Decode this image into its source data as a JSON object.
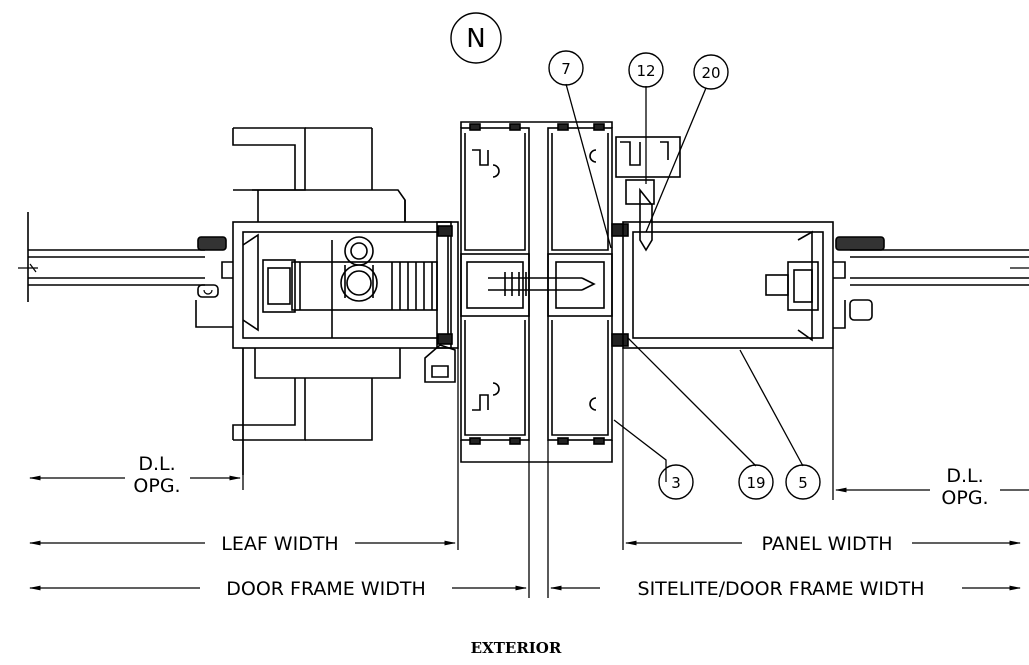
{
  "detail_id": "N",
  "callouts": {
    "c7": "7",
    "c12": "12",
    "c20": "20",
    "c3": "3",
    "c19": "19",
    "c5": "5"
  },
  "dims": {
    "dl_left_line1": "D.L.",
    "dl_left_line2": "OPG.",
    "dl_right_line1": "D.L.",
    "dl_right_line2": "OPG.",
    "leaf_width": "LEAF WIDTH",
    "panel_width": "PANEL WIDTH",
    "door_frame_width": "DOOR FRAME WIDTH",
    "sitelite_width": "SITELITE/DOOR FRAME WIDTH"
  },
  "side_label": "EXTERIOR"
}
